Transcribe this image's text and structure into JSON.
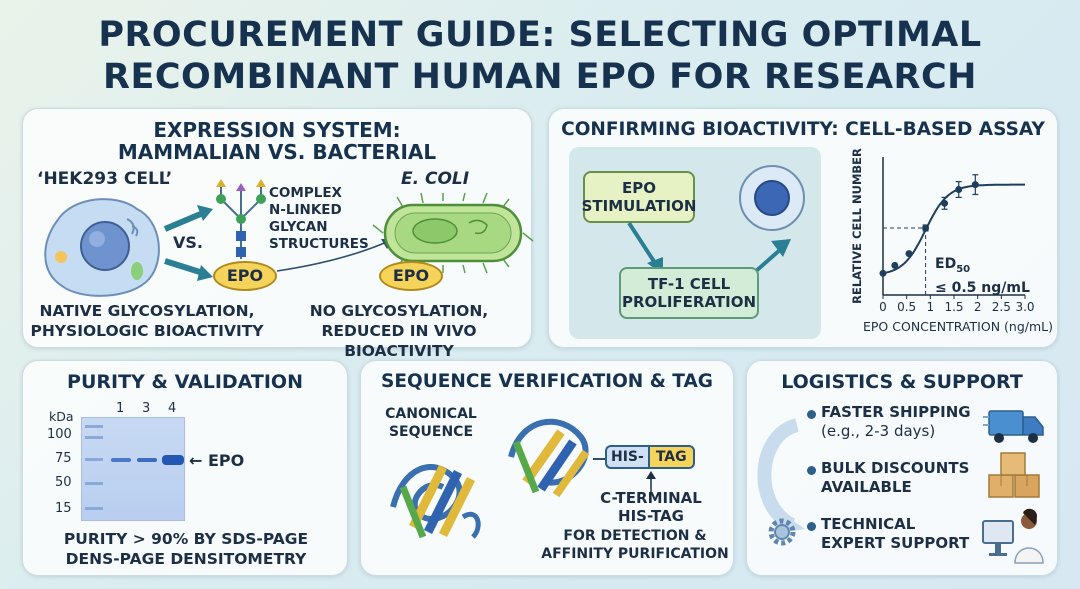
{
  "title": {
    "line1": "PROCUREMENT GUIDE: SELECTING OPTIMAL",
    "line2": "RECOMBINANT HUMAN EPO FOR RESEARCH"
  },
  "expression": {
    "title_line1": "EXPRESSION SYSTEM:",
    "title_line2": "MAMMALIAN VS. BACTERIAL",
    "hek_label": "‘HEK293 CELL’",
    "vs": "VS.",
    "glycan_label_1": "COMPLEX",
    "glycan_label_2": "N-LINKED",
    "glycan_label_3": "GLYCAN",
    "glycan_label_4": "STRUCTURES",
    "ecoli_label": "E. COLI",
    "epo_label": "EPO",
    "native_1": "NATIVE GLYCOSYLATION,",
    "native_2": "PHYSIOLOGIC BIOACTIVITY",
    "noglyc_1": "NO GLYCOSYLATION,",
    "noglyc_2": "REDUCED IN VIVO BIOACTIVITY"
  },
  "bioactivity": {
    "title": "CONFIRMING BIOACTIVITY: CELL-BASED ASSAY",
    "stim_1": "EPO",
    "stim_2": "STIMULATION",
    "prolif_1": "TF-1 CELL",
    "prolif_2": "PROLIFERATION",
    "ed50_main": "ED",
    "ed50_sub": "50",
    "ed50_value": "≤ 0.5 ng/mL"
  },
  "chart_data": {
    "type": "scatter",
    "xlabel": "EPO CONCENTRATION (ng/mL)",
    "ylabel": "RELATIVE CELL NUMBER",
    "x_ticks": [
      "0",
      "0.5",
      "1",
      "1.5",
      "2",
      "2.5",
      "3.0"
    ],
    "xlim": [
      0,
      3.0
    ],
    "ylim": [
      0,
      1.4
    ],
    "series": [
      {
        "x": [
          0.0,
          0.25,
          0.55,
          0.9,
          1.3,
          1.6,
          1.95
        ],
        "y": [
          0.22,
          0.3,
          0.42,
          0.68,
          0.93,
          1.07,
          1.12
        ],
        "err": [
          0.0,
          0.0,
          0.0,
          0.03,
          0.06,
          0.08,
          0.1
        ]
      }
    ],
    "ed50_x": 0.9,
    "ed50_y": 0.68
  },
  "purity": {
    "title": "PURITY & VALIDATION",
    "kda": "kDa",
    "ladder": [
      "100",
      "75",
      "50",
      "15"
    ],
    "lanes": [
      "1",
      "3",
      "4"
    ],
    "epo_arrow": "← EPO",
    "caption_1": "PURITY > 90% BY SDS-PAGE",
    "caption_2": "DENS-PAGE DENSITOMETRY"
  },
  "sequence": {
    "title": "SEQUENCE VERIFICATION & TAG",
    "canonical_1": "CANONICAL",
    "canonical_2": "SEQUENCE",
    "his": "HIS-",
    "tag": "TAG",
    "cterm_1": "C-TERMINAL",
    "cterm_2": "HIS-TAG",
    "purpose_1": "FOR DETECTION &",
    "purpose_2": "AFFINITY PURIFICATION"
  },
  "logistics": {
    "title": "LOGISTICS & SUPPORT",
    "item1_1": "FASTER SHIPPING",
    "item1_2": "(e.g., 2-3 days)",
    "item2_1": "BULK DISCOUNTS",
    "item2_2": "AVAILABLE",
    "item3_1": "TECHNICAL",
    "item3_2": "EXPERT SUPPORT"
  },
  "colors": {
    "title": "#16324f",
    "epo_yellow": "#f6d35a",
    "cell_blue": "#8fb3e0",
    "bacteria_green": "#9fd07a",
    "arrow_teal": "#2a7f95",
    "curve": "#1f3e5c"
  }
}
